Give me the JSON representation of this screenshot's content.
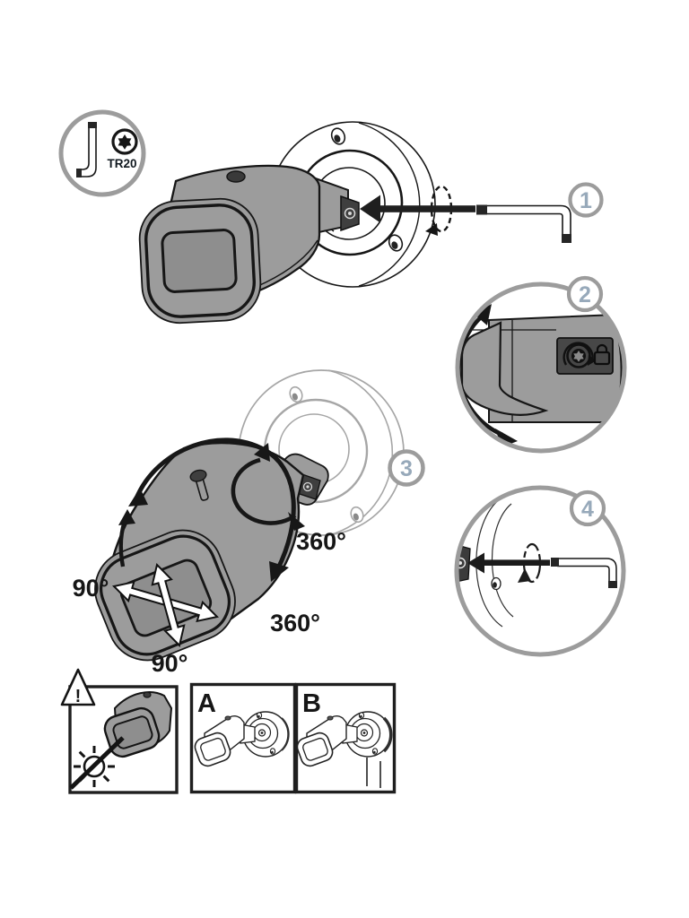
{
  "illustration": {
    "tool_callout": {
      "label": "TR20"
    },
    "step_badges": [
      {
        "number": "1"
      },
      {
        "number": "2"
      },
      {
        "number": "3"
      },
      {
        "number": "4"
      }
    ],
    "rotation_labels": {
      "mount_rotation": "360°",
      "body_rotation": "360°",
      "tilt_side": "90°",
      "tilt_front": "90°"
    },
    "option_panels": [
      {
        "label": "A"
      },
      {
        "label": "B"
      }
    ],
    "warning": {
      "exclamation": "!"
    },
    "icons": [
      "torx-key-icon",
      "torx-screw-icon",
      "lock-icon",
      "warning-triangle-icon",
      "no-direct-light-icon",
      "rotation-arrow-icon",
      "insert-arrow-icon"
    ],
    "colors": {
      "background": "#ffffff",
      "ink": "#161616",
      "camera_gray": "#9c9c9c",
      "camera_gray_dark": "#8e8e8e",
      "panel_dark": "#454545",
      "annotation_gray": "#9c9c9c",
      "badge_number": "#97a9ba",
      "mount_gray": "#a6a6a6"
    }
  }
}
